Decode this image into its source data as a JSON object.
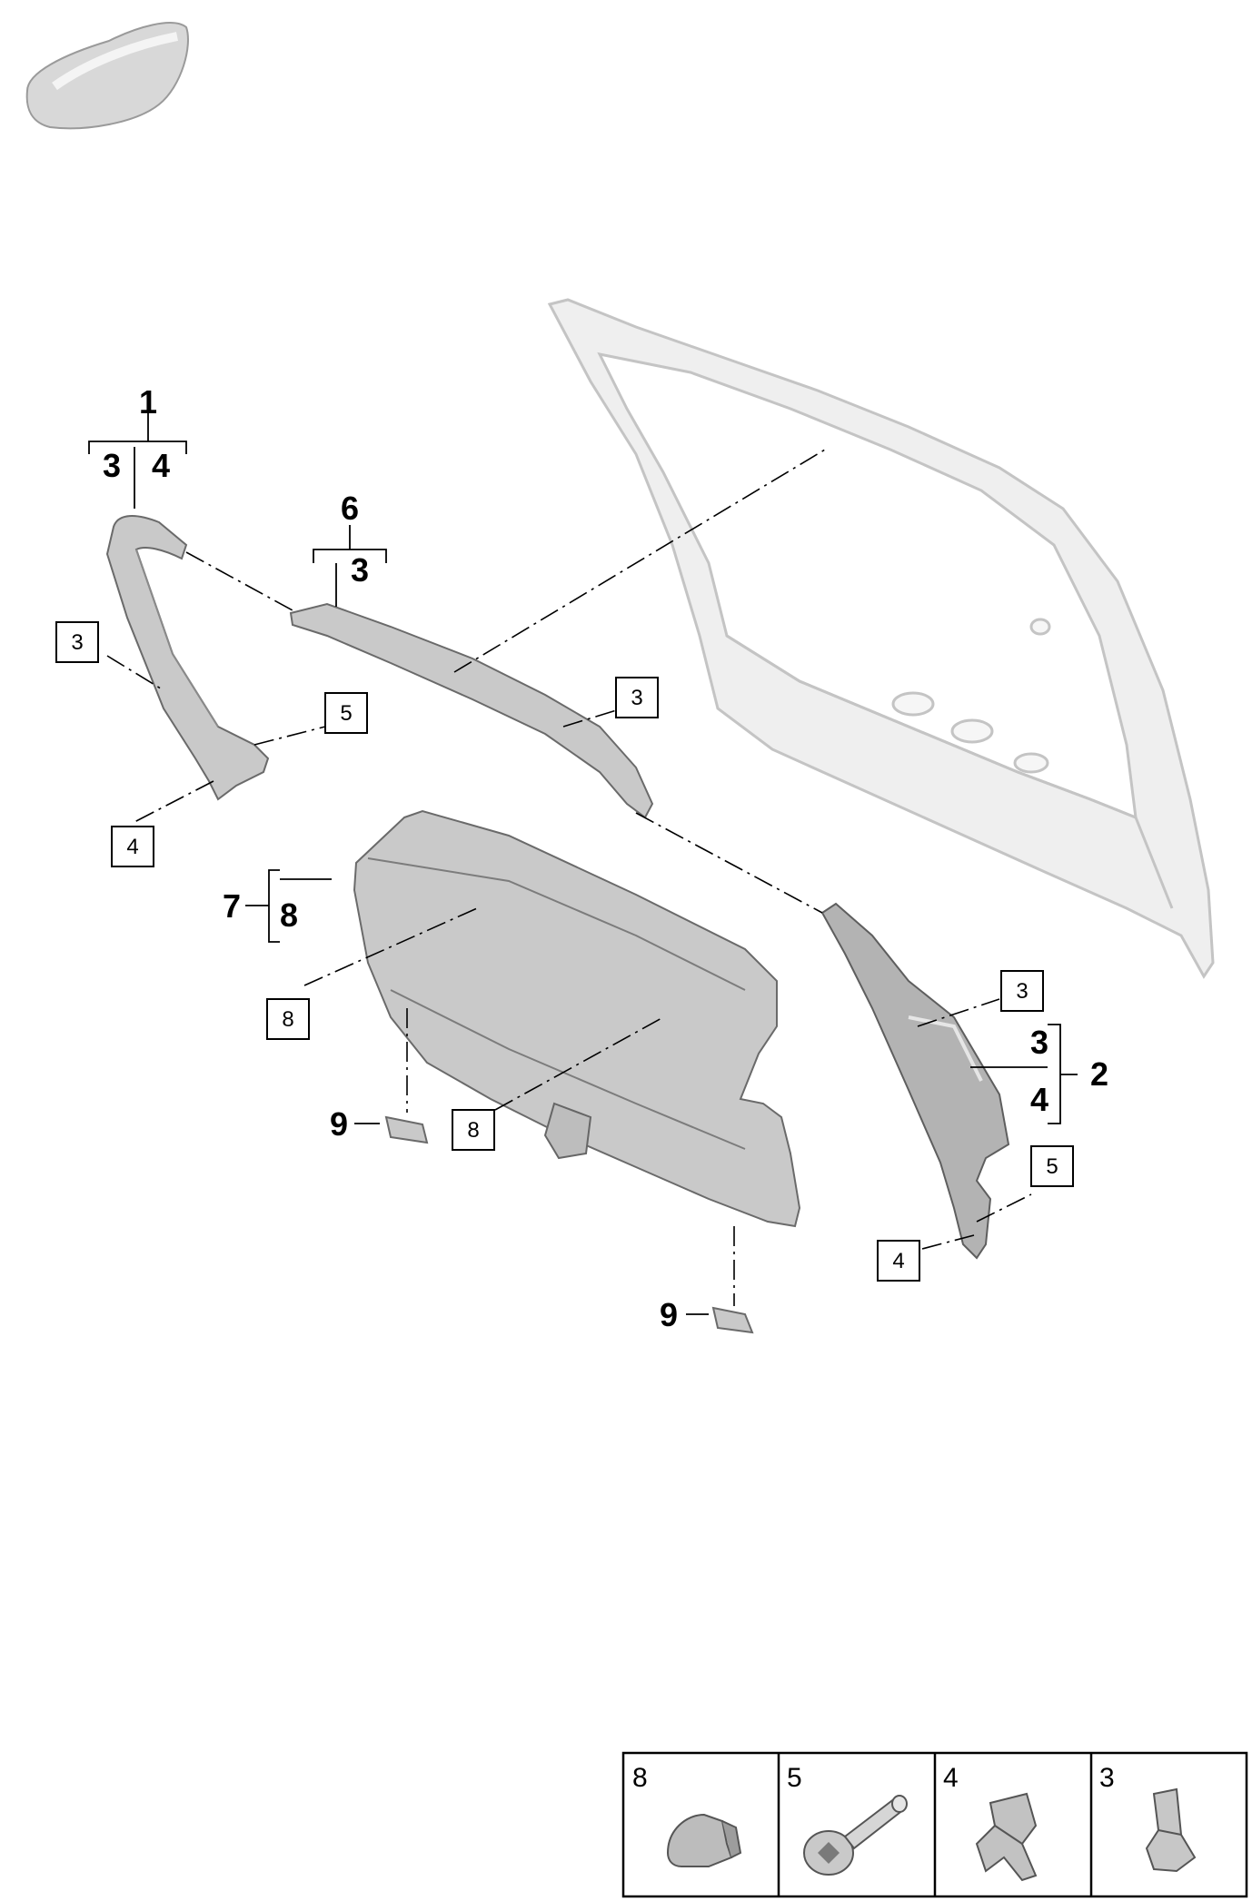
{
  "callouts": {
    "p1": "1",
    "p1_a": "3",
    "p1_b": "4",
    "p6": "6",
    "p6_a": "3",
    "p7": "7",
    "p7_a": "8",
    "p2": "2",
    "p2_a": "3",
    "p2_b": "4",
    "p9_left": "9",
    "p9_right": "9"
  },
  "boxed_refs": {
    "b3_left": "3",
    "b5_left": "5",
    "b4_left": "4",
    "b3_mid": "3",
    "b8_upper": "8",
    "b8_lower": "8",
    "b3_right": "3",
    "b5_right": "5",
    "b4_right": "4"
  },
  "legend": {
    "cells": [
      {
        "num": "8",
        "icon": "trim-clip-icon"
      },
      {
        "num": "5",
        "icon": "screw-icon"
      },
      {
        "num": "4",
        "icon": "spring-clip-icon"
      },
      {
        "num": "3",
        "icon": "clip-icon"
      }
    ]
  },
  "colors": {
    "part": "#c9c9c9",
    "frame": "#efefef",
    "line": "#000000"
  }
}
